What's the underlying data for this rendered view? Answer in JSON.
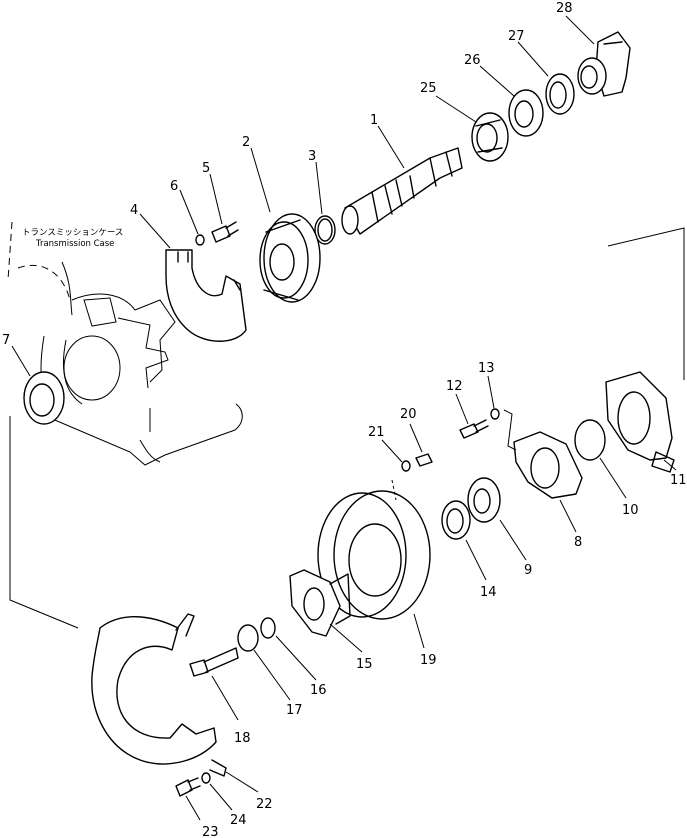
{
  "caption": {
    "japanese": "トランスミッションケース",
    "english": "Transmission Case"
  },
  "callouts": [
    "1",
    "2",
    "3",
    "4",
    "5",
    "6",
    "7",
    "8",
    "9",
    "10",
    "11",
    "12",
    "13",
    "14",
    "15",
    "16",
    "17",
    "18",
    "19",
    "20",
    "21",
    "22",
    "23",
    "24",
    "25",
    "26",
    "27",
    "28"
  ]
}
